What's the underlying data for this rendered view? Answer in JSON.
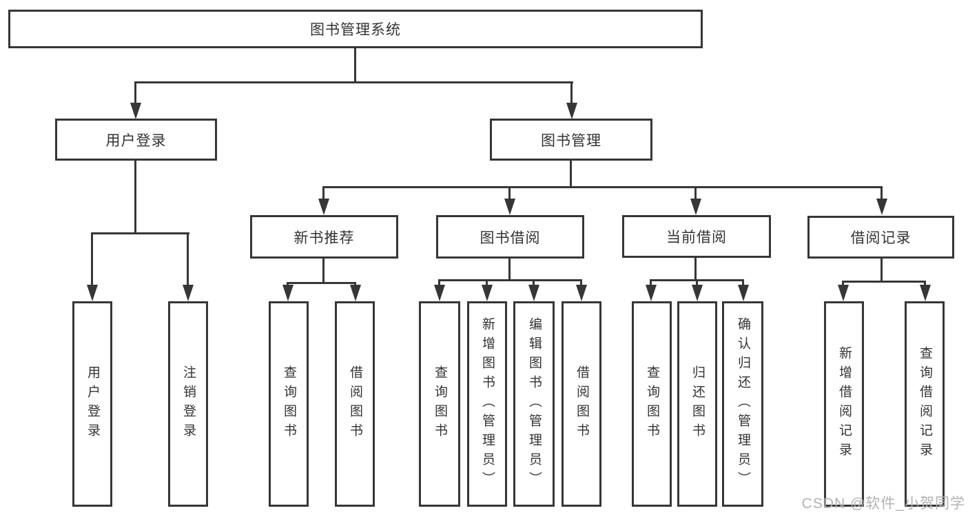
{
  "diagram": {
    "root": "图书管理系统",
    "level2": [
      "用户登录",
      "图书管理"
    ],
    "level3": [
      "新书推荐",
      "图书借阅",
      "当前借阅",
      "借阅记录"
    ],
    "leaves": {
      "login": [
        "用户登录",
        "注销登录"
      ],
      "recommend": [
        "查询图书",
        "借阅图书"
      ],
      "borrowing": [
        "查询图书",
        "新增图书（管理员）",
        "编辑图书（管理员）",
        "借阅图书"
      ],
      "current": [
        "查询图书",
        "归还图书",
        "确认归还（管理员）"
      ],
      "records": [
        "新增借阅记录",
        "查询借阅记录"
      ]
    },
    "line_color": "#363636",
    "text_color": "#333333"
  },
  "watermark": {
    "text": "CSDN @软件_小贺同学",
    "color": "#b2b2b5"
  }
}
